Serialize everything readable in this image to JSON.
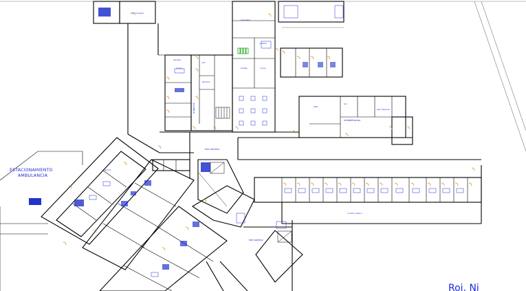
{
  "labels": {
    "estacionamiento": "ESTACIONAMIENTO",
    "ambulancia": "AMBULANCIA",
    "hall_medico": "hall medico",
    "hall_publico": "hall publico",
    "corredor_externo": "corredor externo",
    "rehabilitacion": "rehabilitacion",
    "cocina": "cocina",
    "sala_espera": "sala de espera",
    "taller": "taller",
    "lavanderia": "lavanderia",
    "bodega": "bodega",
    "farmacia": "farmacia",
    "admision": "admision",
    "archivo": "archivo",
    "sala_maquinas": "sala maquinas",
    "comedor": "comedor",
    "urgencia": "urgencia",
    "box": "box",
    "partial_text": "Roj, Ni"
  },
  "colors": {
    "label": "#1f2bd6",
    "wall": "#000000",
    "door": "#e08a1a",
    "equipment": "#1aa31a",
    "background": "#ffffff"
  },
  "icons": [
    "ambulance-icon",
    "stair-icon",
    "vehicle-icon",
    "bed-icon",
    "table-icon"
  ]
}
